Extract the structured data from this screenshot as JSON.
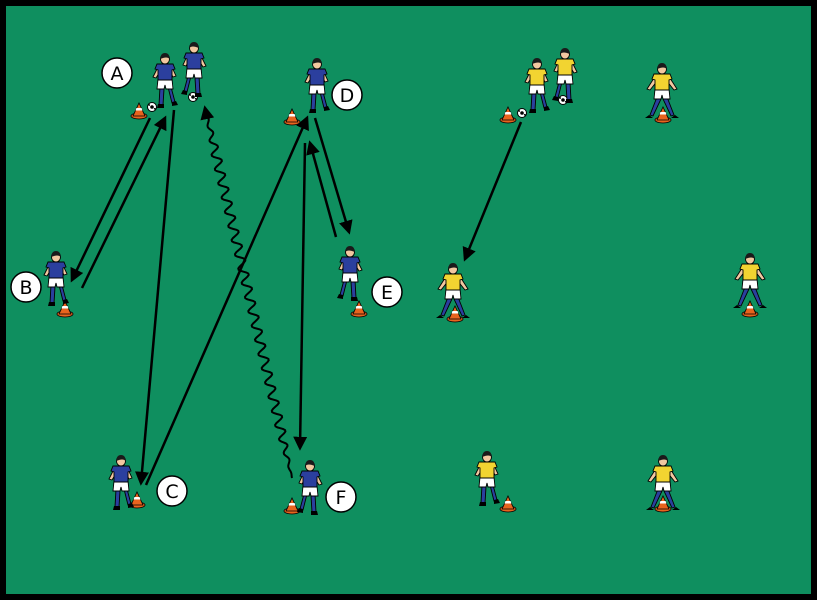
{
  "colors": {
    "pitch": "#0f8f5f",
    "border": "#000000",
    "blue_team": "#2b3f9e",
    "yellow_team": "#f2d431",
    "shorts": "#ffffff",
    "skin": "#f2c8a0",
    "hair": "#1a1a1a",
    "cone": "#e8641e",
    "arrow": "#000000",
    "label_bg": "#ffffff"
  },
  "labels": {
    "A": "A",
    "B": "B",
    "C": "C",
    "D": "D",
    "E": "E",
    "F": "F"
  }
}
